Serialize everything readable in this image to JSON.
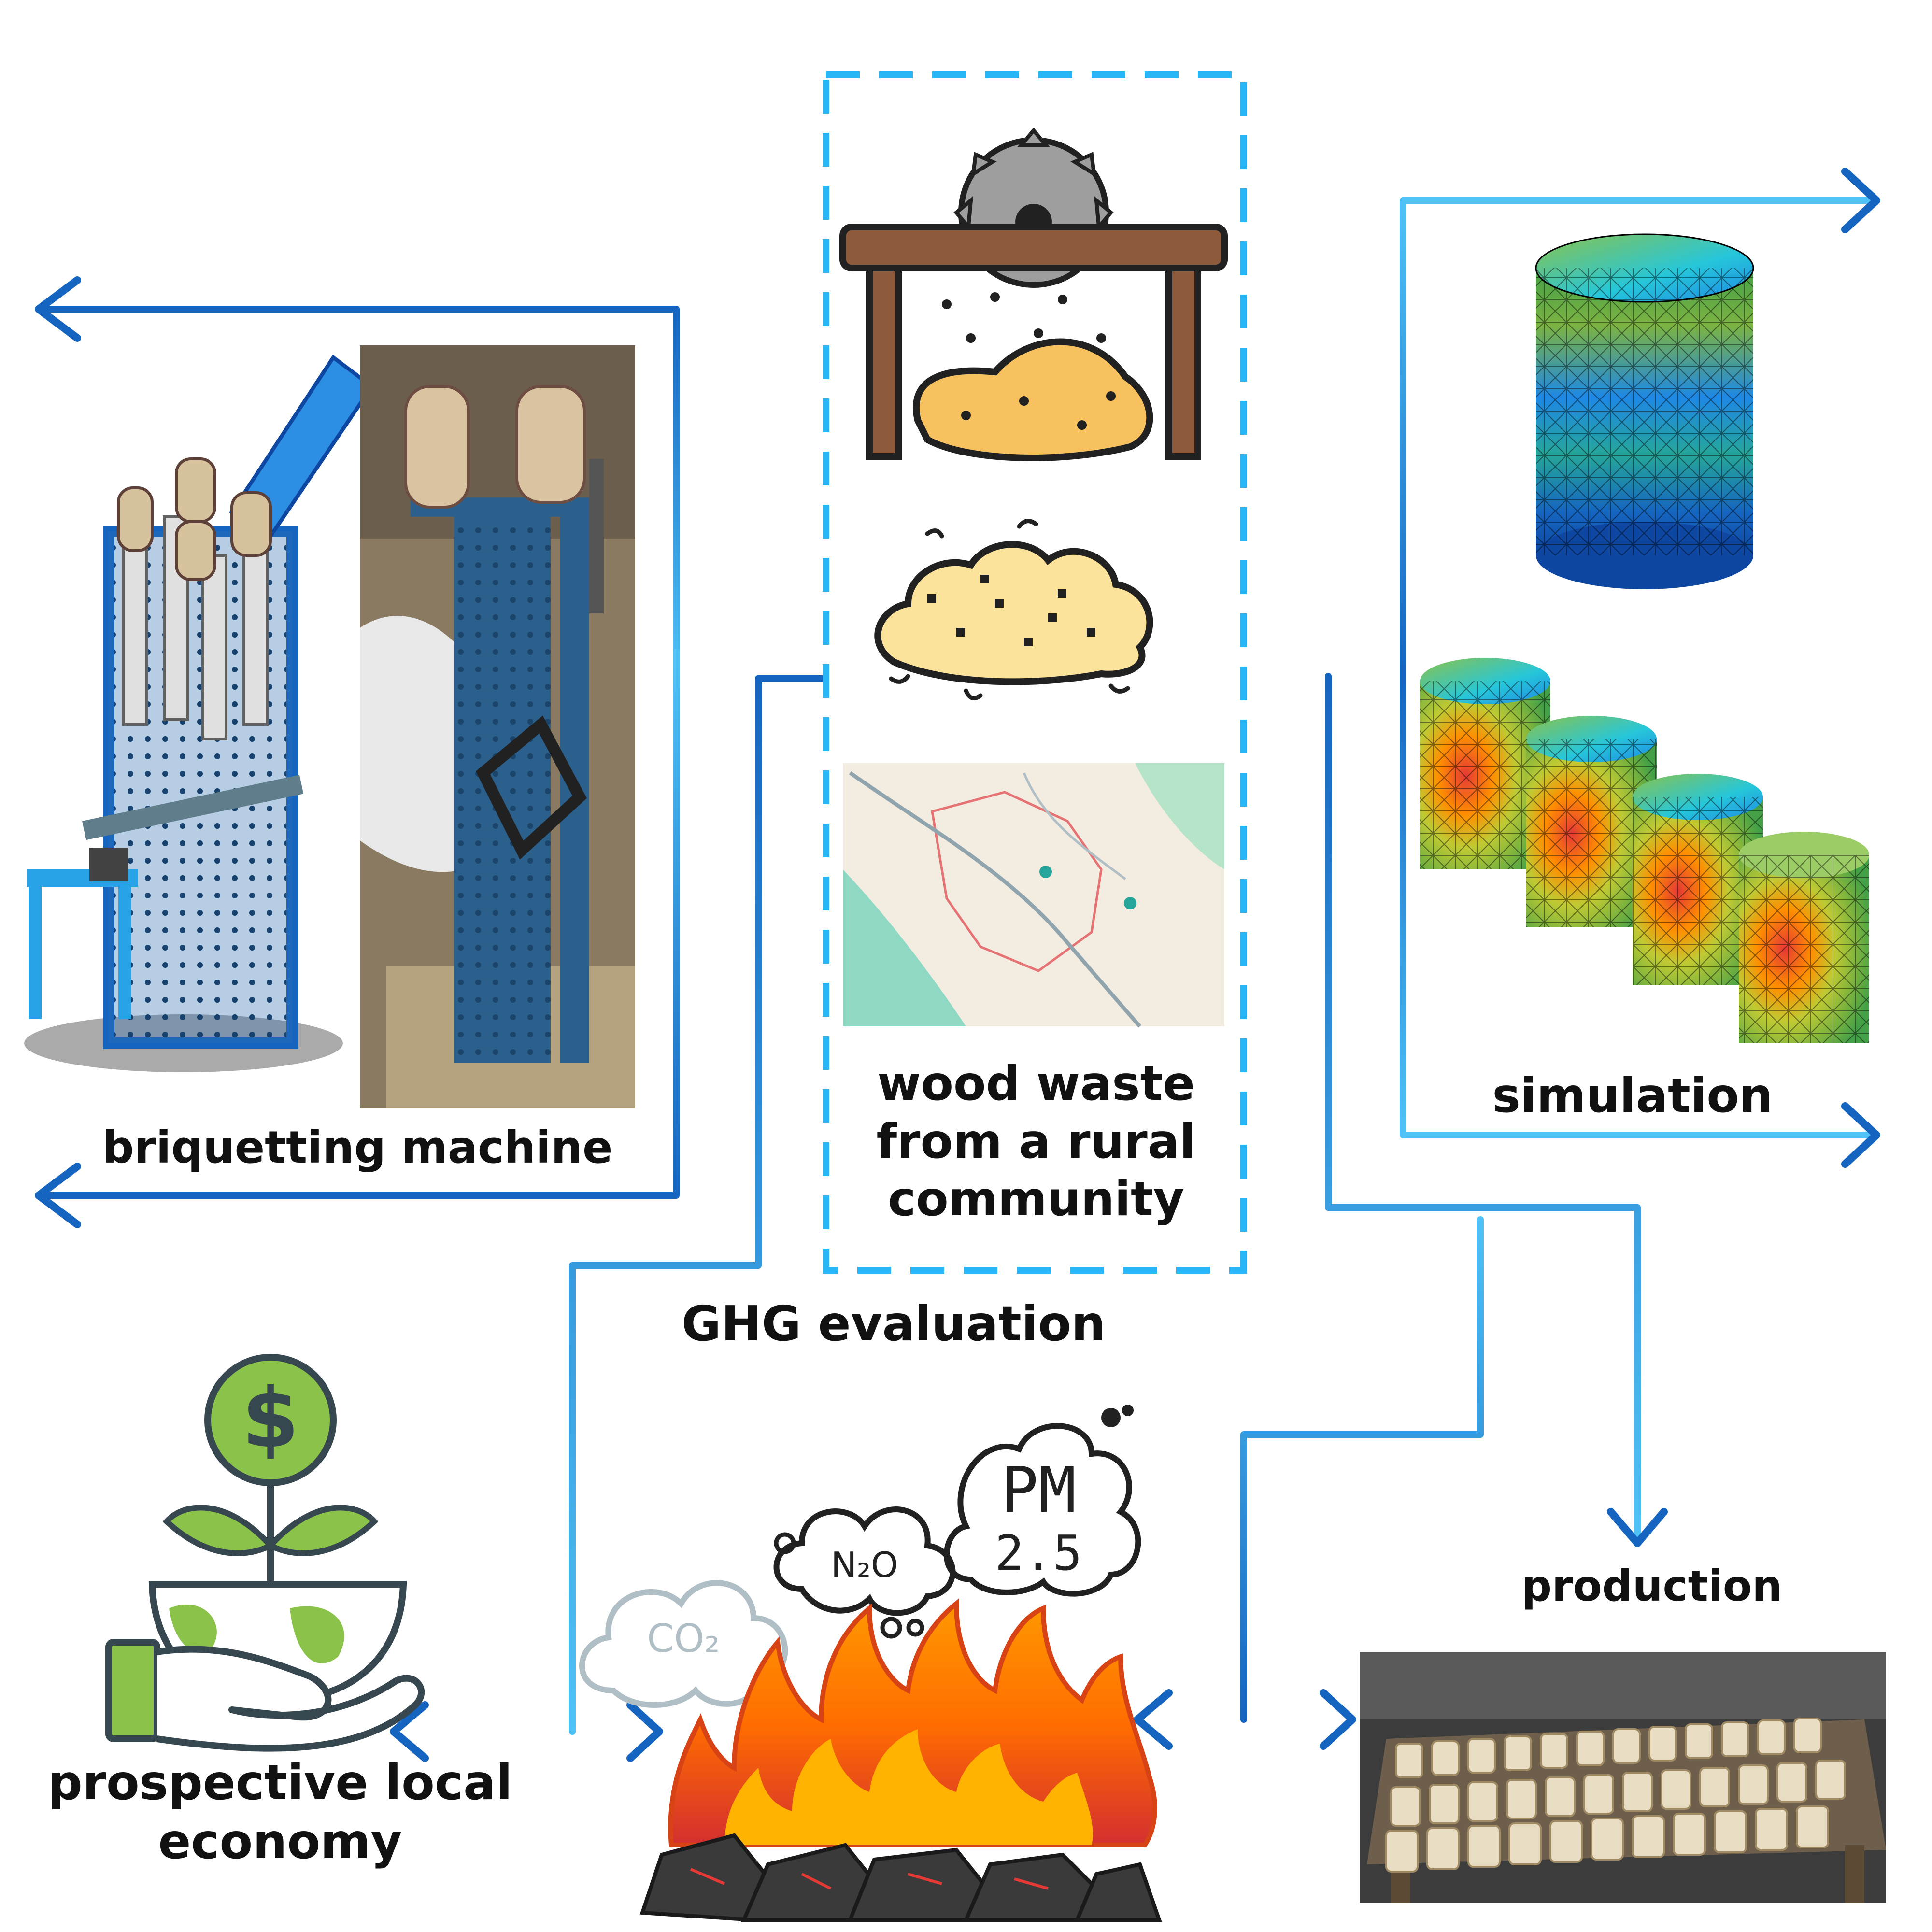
{
  "labels": {
    "briquetting": "briquetting machine",
    "wood_waste": "wood waste from a rural community",
    "simulation": "simulation",
    "ghg": "GHG evaluation",
    "production": "production",
    "economy": "prospective local economy"
  },
  "icons": {
    "currency": "$",
    "co2": "CO₂",
    "n2o": "N₂O",
    "pm_top": "PM",
    "pm_bottom": "2.5"
  },
  "colors": {
    "arrow_dark": "#1565c0",
    "arrow_light": "#4fc3f7",
    "dashed_box": "#29b6f6",
    "label_text": "#111111"
  }
}
